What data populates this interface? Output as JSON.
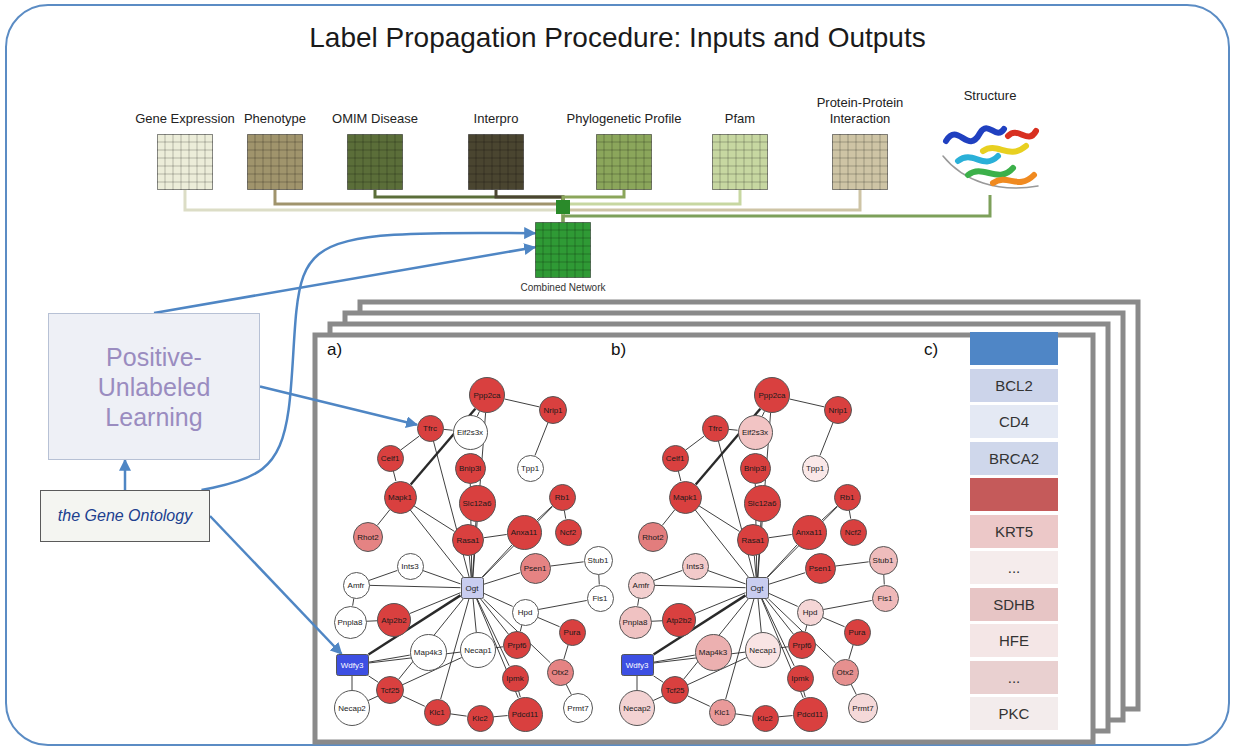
{
  "diagram": {
    "title": "Label Propagation Procedure: Inputs and Outputs",
    "nodes": [
      {
        "text": [
          "Gene Expression"
        ]
      },
      {
        "text": [
          "Phenotype"
        ]
      },
      {
        "text": [
          "OMIM Disease"
        ]
      },
      {
        "text": [
          "Interpro"
        ]
      },
      {
        "text": [
          "Phylogenetic Profile"
        ]
      },
      {
        "text": [
          "Pfam"
        ]
      },
      {
        "text": [
          "Protein-Protein Interaction"
        ]
      },
      {
        "text": [
          "Structure"
        ]
      },
      {
        "text": [
          "Combined Network"
        ]
      },
      {
        "text": [
          "Positive-Unlabeled Learning"
        ]
      },
      {
        "text": [
          "the Gene Ontology"
        ]
      },
      {
        "text": [
          "Tfrc"
        ]
      },
      {
        "text": [
          "Eif2s3x"
        ]
      },
      {
        "text": [
          "Ppp2ca"
        ]
      },
      {
        "text": [
          "Nrip1"
        ]
      },
      {
        "text": [
          "Celf1"
        ]
      },
      {
        "text": [
          "Bnip3l"
        ]
      },
      {
        "text": [
          "Tpp1"
        ]
      },
      {
        "text": [
          "Mapk1"
        ]
      },
      {
        "text": [
          "Slc12a6"
        ]
      },
      {
        "text": [
          "Rb1"
        ]
      },
      {
        "text": [
          "Rhot2"
        ]
      },
      {
        "text": [
          "Anxa11"
        ]
      },
      {
        "text": [
          "Ncf2"
        ]
      },
      {
        "text": [
          "Rasa1"
        ]
      },
      {
        "text": [
          "Psen1"
        ]
      },
      {
        "text": [
          "Stub1"
        ]
      },
      {
        "text": [
          "Ints3"
        ]
      },
      {
        "text": [
          "Ogt"
        ]
      },
      {
        "text": [
          "Amfr"
        ]
      },
      {
        "text": [
          "Fis1"
        ]
      },
      {
        "text": [
          "Pnpla8"
        ]
      },
      {
        "text": [
          "Atp2b2"
        ]
      },
      {
        "text": [
          "Hpd"
        ]
      },
      {
        "text": [
          "Map4k3"
        ]
      },
      {
        "text": [
          "Necap1"
        ]
      },
      {
        "text": [
          "Prpf6"
        ]
      },
      {
        "text": [
          "Pura"
        ]
      },
      {
        "text": [
          "Ipmk"
        ]
      },
      {
        "text": [
          "Wdfy3"
        ]
      },
      {
        "text": [
          "Tcf25"
        ]
      },
      {
        "text": [
          "Pdcd11"
        ]
      },
      {
        "text": [
          "Otx2"
        ]
      },
      {
        "text": [
          "Prmt7"
        ]
      },
      {
        "text": [
          "Necap2"
        ]
      },
      {
        "text": [
          "Klc1"
        ]
      },
      {
        "text": [
          "Klc2"
        ]
      },
      {
        "text": [
          "Tfrc"
        ]
      },
      {
        "text": [
          "Eif2s3x"
        ]
      },
      {
        "text": [
          "Ppp2ca"
        ]
      },
      {
        "text": [
          "Nrip1"
        ]
      },
      {
        "text": [
          "Celf1"
        ]
      },
      {
        "text": [
          "Bnip3l"
        ]
      },
      {
        "text": [
          "Tpp1"
        ]
      },
      {
        "text": [
          "Mapk1"
        ]
      },
      {
        "text": [
          "Slc12a6"
        ]
      },
      {
        "text": [
          "Rb1"
        ]
      },
      {
        "text": [
          "Rhot2"
        ]
      },
      {
        "text": [
          "Anxa11"
        ]
      },
      {
        "text": [
          "Ncf2"
        ]
      },
      {
        "text": [
          "Rasa1"
        ]
      },
      {
        "text": [
          "Psen1"
        ]
      },
      {
        "text": [
          "Stub1"
        ]
      },
      {
        "text": [
          "Ints3"
        ]
      },
      {
        "text": [
          "Ogt"
        ]
      },
      {
        "text": [
          "Amfr"
        ]
      },
      {
        "text": [
          "Fis1"
        ]
      },
      {
        "text": [
          "Pnpla8"
        ]
      },
      {
        "text": [
          "Atp2b2"
        ]
      },
      {
        "text": [
          "Hpd"
        ]
      },
      {
        "text": [
          "Map4k3"
        ]
      },
      {
        "text": [
          "Necap1"
        ]
      },
      {
        "text": [
          "Prpf6"
        ]
      },
      {
        "text": [
          "Pura"
        ]
      },
      {
        "text": [
          "Ipmk"
        ]
      },
      {
        "text": [
          "Wdfy3"
        ]
      },
      {
        "text": [
          "Tcf25"
        ]
      },
      {
        "text": [
          "Pdcd11"
        ]
      },
      {
        "text": [
          "Otx2"
        ]
      },
      {
        "text": [
          "Prmt7"
        ]
      },
      {
        "text": [
          "Necap2"
        ]
      },
      {
        "text": [
          "Klc1"
        ]
      },
      {
        "text": [
          "Klc2"
        ]
      },
      {
        "text": [
          "BCL2"
        ]
      },
      {
        "text": [
          "CD4"
        ]
      },
      {
        "text": [
          "BRCA2"
        ]
      },
      {
        "text": [
          "KRT5"
        ]
      },
      {
        "text": [
          "..."
        ]
      },
      {
        "text": [
          "SDHB"
        ]
      },
      {
        "text": [
          "HFE"
        ]
      },
      {
        "text": [
          "..."
        ]
      },
      {
        "text": [
          "PKC"
        ]
      }
    ],
    "edges": [
      {
        "from": 0,
        "to": 8,
        "arrow": "none"
      },
      {
        "from": 1,
        "to": 8,
        "arrow": "none"
      },
      {
        "from": 2,
        "to": 8,
        "arrow": "none"
      },
      {
        "from": 3,
        "to": 8,
        "arrow": "none"
      },
      {
        "from": 4,
        "to": 8,
        "arrow": "none"
      },
      {
        "from": 5,
        "to": 8,
        "arrow": "none"
      },
      {
        "from": 6,
        "to": 8,
        "arrow": "none"
      },
      {
        "from": 7,
        "to": 8,
        "arrow": "none"
      },
      {
        "from": 9,
        "to": 8,
        "arrow": "to"
      },
      {
        "from": 10,
        "to": 9,
        "arrow": "to"
      },
      {
        "from": 10,
        "to": 8,
        "arrow": "to"
      },
      {
        "from": 9,
        "to": 11,
        "arrow": "to"
      },
      {
        "from": 10,
        "to": 39,
        "arrow": "to"
      },
      {
        "from": 28,
        "to": 11,
        "arrow": "none"
      },
      {
        "from": 28,
        "to": 13,
        "arrow": "none"
      },
      {
        "from": 28,
        "to": 16,
        "arrow": "none"
      },
      {
        "from": 28,
        "to": 18,
        "arrow": "none"
      },
      {
        "from": 28,
        "to": 19,
        "arrow": "none"
      },
      {
        "from": 28,
        "to": 20,
        "arrow": "none"
      },
      {
        "from": 28,
        "to": 22,
        "arrow": "none"
      },
      {
        "from": 28,
        "to": 24,
        "arrow": "none"
      },
      {
        "from": 28,
        "to": 25,
        "arrow": "none"
      },
      {
        "from": 28,
        "to": 27,
        "arrow": "none"
      },
      {
        "from": 28,
        "to": 29,
        "arrow": "none"
      },
      {
        "from": 28,
        "to": 32,
        "arrow": "none"
      },
      {
        "from": 28,
        "to": 33,
        "arrow": "none"
      },
      {
        "from": 28,
        "to": 35,
        "arrow": "none"
      },
      {
        "from": 28,
        "to": 36,
        "arrow": "none"
      },
      {
        "from": 28,
        "to": 38,
        "arrow": "none"
      },
      {
        "from": 28,
        "to": 39,
        "arrow": "none"
      },
      {
        "from": 28,
        "to": 40,
        "arrow": "none"
      },
      {
        "from": 28,
        "to": 41,
        "arrow": "none"
      },
      {
        "from": 28,
        "to": 42,
        "arrow": "none"
      },
      {
        "from": 28,
        "to": 45,
        "arrow": "none"
      },
      {
        "from": 11,
        "to": 12,
        "arrow": "none"
      },
      {
        "from": 11,
        "to": 15,
        "arrow": "none"
      },
      {
        "from": 12,
        "to": 13,
        "arrow": "none"
      },
      {
        "from": 13,
        "to": 14,
        "arrow": "none"
      },
      {
        "from": 13,
        "to": 18,
        "arrow": "none"
      },
      {
        "from": 15,
        "to": 18,
        "arrow": "none"
      },
      {
        "from": 18,
        "to": 21,
        "arrow": "none"
      },
      {
        "from": 18,
        "to": 24,
        "arrow": "none"
      },
      {
        "from": 20,
        "to": 23,
        "arrow": "none"
      },
      {
        "from": 20,
        "to": 22,
        "arrow": "none"
      },
      {
        "from": 22,
        "to": 24,
        "arrow": "none"
      },
      {
        "from": 25,
        "to": 26,
        "arrow": "none"
      },
      {
        "from": 27,
        "to": 29,
        "arrow": "none"
      },
      {
        "from": 29,
        "to": 31,
        "arrow": "none"
      },
      {
        "from": 31,
        "to": 32,
        "arrow": "none"
      },
      {
        "from": 39,
        "to": 34,
        "arrow": "none"
      },
      {
        "from": 39,
        "to": 35,
        "arrow": "none"
      },
      {
        "from": 39,
        "to": 40,
        "arrow": "none"
      },
      {
        "from": 39,
        "to": 44,
        "arrow": "none"
      },
      {
        "from": 35,
        "to": 44,
        "arrow": "none"
      },
      {
        "from": 35,
        "to": 36,
        "arrow": "none"
      },
      {
        "from": 40,
        "to": 45,
        "arrow": "none"
      },
      {
        "from": 45,
        "to": 46,
        "arrow": "none"
      },
      {
        "from": 46,
        "to": 41,
        "arrow": "none"
      },
      {
        "from": 41,
        "to": 38,
        "arrow": "none"
      },
      {
        "from": 36,
        "to": 33,
        "arrow": "none"
      },
      {
        "from": 33,
        "to": 37,
        "arrow": "none"
      },
      {
        "from": 37,
        "to": 42,
        "arrow": "none"
      },
      {
        "from": 42,
        "to": 43,
        "arrow": "none"
      },
      {
        "from": 30,
        "to": 26,
        "arrow": "none"
      },
      {
        "from": 17,
        "to": 14,
        "arrow": "none"
      },
      {
        "from": 33,
        "to": 30,
        "arrow": "none"
      },
      {
        "from": 64,
        "to": 47,
        "arrow": "none"
      },
      {
        "from": 64,
        "to": 49,
        "arrow": "none"
      },
      {
        "from": 64,
        "to": 52,
        "arrow": "none"
      },
      {
        "from": 64,
        "to": 54,
        "arrow": "none"
      },
      {
        "from": 64,
        "to": 55,
        "arrow": "none"
      },
      {
        "from": 64,
        "to": 56,
        "arrow": "none"
      },
      {
        "from": 64,
        "to": 58,
        "arrow": "none"
      },
      {
        "from": 64,
        "to": 60,
        "arrow": "none"
      },
      {
        "from": 64,
        "to": 61,
        "arrow": "none"
      },
      {
        "from": 64,
        "to": 63,
        "arrow": "none"
      },
      {
        "from": 64,
        "to": 65,
        "arrow": "none"
      },
      {
        "from": 64,
        "to": 68,
        "arrow": "none"
      },
      {
        "from": 64,
        "to": 69,
        "arrow": "none"
      },
      {
        "from": 64,
        "to": 71,
        "arrow": "none"
      },
      {
        "from": 64,
        "to": 72,
        "arrow": "none"
      },
      {
        "from": 64,
        "to": 74,
        "arrow": "none"
      },
      {
        "from": 64,
        "to": 75,
        "arrow": "none"
      },
      {
        "from": 64,
        "to": 76,
        "arrow": "none"
      },
      {
        "from": 64,
        "to": 77,
        "arrow": "none"
      },
      {
        "from": 64,
        "to": 78,
        "arrow": "none"
      },
      {
        "from": 64,
        "to": 81,
        "arrow": "none"
      },
      {
        "from": 47,
        "to": 48,
        "arrow": "none"
      },
      {
        "from": 47,
        "to": 51,
        "arrow": "none"
      },
      {
        "from": 48,
        "to": 49,
        "arrow": "none"
      },
      {
        "from": 49,
        "to": 50,
        "arrow": "none"
      },
      {
        "from": 49,
        "to": 54,
        "arrow": "none"
      },
      {
        "from": 51,
        "to": 54,
        "arrow": "none"
      },
      {
        "from": 54,
        "to": 57,
        "arrow": "none"
      },
      {
        "from": 54,
        "to": 60,
        "arrow": "none"
      },
      {
        "from": 56,
        "to": 59,
        "arrow": "none"
      },
      {
        "from": 56,
        "to": 58,
        "arrow": "none"
      },
      {
        "from": 58,
        "to": 60,
        "arrow": "none"
      },
      {
        "from": 61,
        "to": 62,
        "arrow": "none"
      },
      {
        "from": 63,
        "to": 65,
        "arrow": "none"
      },
      {
        "from": 65,
        "to": 67,
        "arrow": "none"
      },
      {
        "from": 67,
        "to": 68,
        "arrow": "none"
      },
      {
        "from": 75,
        "to": 70,
        "arrow": "none"
      },
      {
        "from": 75,
        "to": 71,
        "arrow": "none"
      },
      {
        "from": 75,
        "to": 76,
        "arrow": "none"
      },
      {
        "from": 75,
        "to": 80,
        "arrow": "none"
      },
      {
        "from": 71,
        "to": 80,
        "arrow": "none"
      },
      {
        "from": 71,
        "to": 72,
        "arrow": "none"
      },
      {
        "from": 76,
        "to": 81,
        "arrow": "none"
      },
      {
        "from": 81,
        "to": 82,
        "arrow": "none"
      },
      {
        "from": 82,
        "to": 77,
        "arrow": "none"
      },
      {
        "from": 77,
        "to": 74,
        "arrow": "none"
      },
      {
        "from": 72,
        "to": 69,
        "arrow": "none"
      },
      {
        "from": 69,
        "to": 73,
        "arrow": "none"
      },
      {
        "from": 73,
        "to": 78,
        "arrow": "none"
      },
      {
        "from": 78,
        "to": 79,
        "arrow": "none"
      },
      {
        "from": 66,
        "to": 62,
        "arrow": "none"
      },
      {
        "from": 53,
        "to": 50,
        "arrow": "none"
      },
      {
        "from": 69,
        "to": 66,
        "arrow": "none"
      }
    ],
    "labels": [
      "a)",
      "b)",
      "c)"
    ]
  }
}
